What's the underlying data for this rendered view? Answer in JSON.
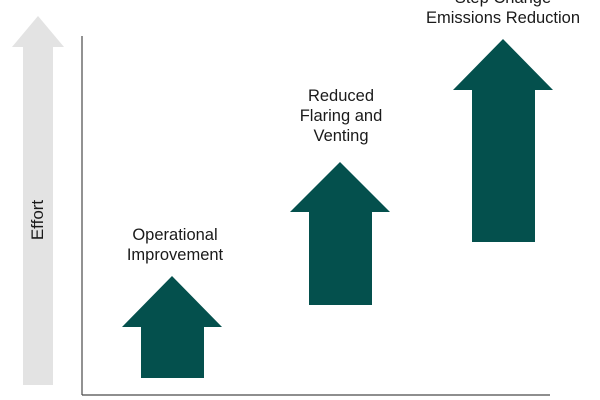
{
  "effort_axis": {
    "label": "Effort",
    "arrow_color": "#e3e3e3"
  },
  "arrow_color": "#04504d",
  "axis_color": "#4a4a4a",
  "steps": [
    {
      "lines": [
        "Operational",
        "Improvement"
      ]
    },
    {
      "lines": [
        "Reduced",
        "Flaring and",
        "Venting"
      ]
    },
    {
      "lines": [
        "Step Change",
        "Emissions Reduction"
      ]
    }
  ]
}
